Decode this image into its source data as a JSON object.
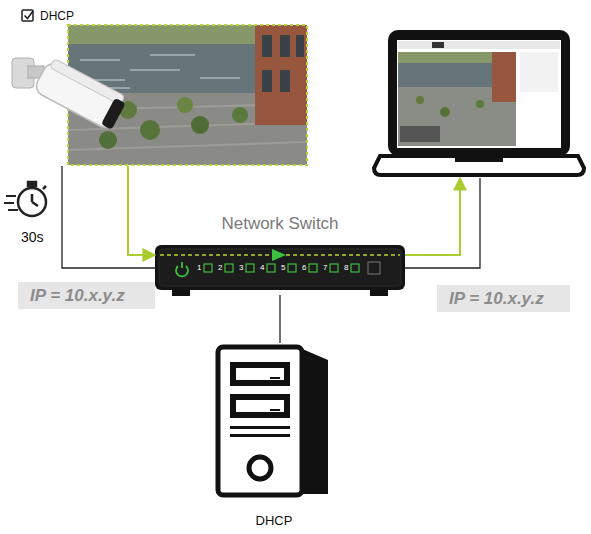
{
  "diagram": {
    "nodes": [
      {
        "text": [
          "DHCP"
        ]
      },
      {
        "text": [
          "Network Switch"
        ]
      },
      {
        "text": []
      },
      {
        "text": [
          "DHCP"
        ]
      }
    ],
    "edges": [
      {
        "from": 0,
        "to": 1,
        "arrow": "to"
      },
      {
        "from": 1,
        "to": 2,
        "arrow": "to"
      },
      {
        "from": 0,
        "to": 1,
        "arrow": "none",
        "label": "IP = 10.x.y.z"
      },
      {
        "from": 1,
        "to": 2,
        "arrow": "none",
        "label": "IP = 10.x.y.z"
      },
      {
        "from": 1,
        "to": 3,
        "arrow": "none"
      }
    ],
    "labels": [
      "30s",
      "1",
      "2",
      "3",
      "4",
      "5",
      "6",
      "7",
      "8"
    ]
  }
}
